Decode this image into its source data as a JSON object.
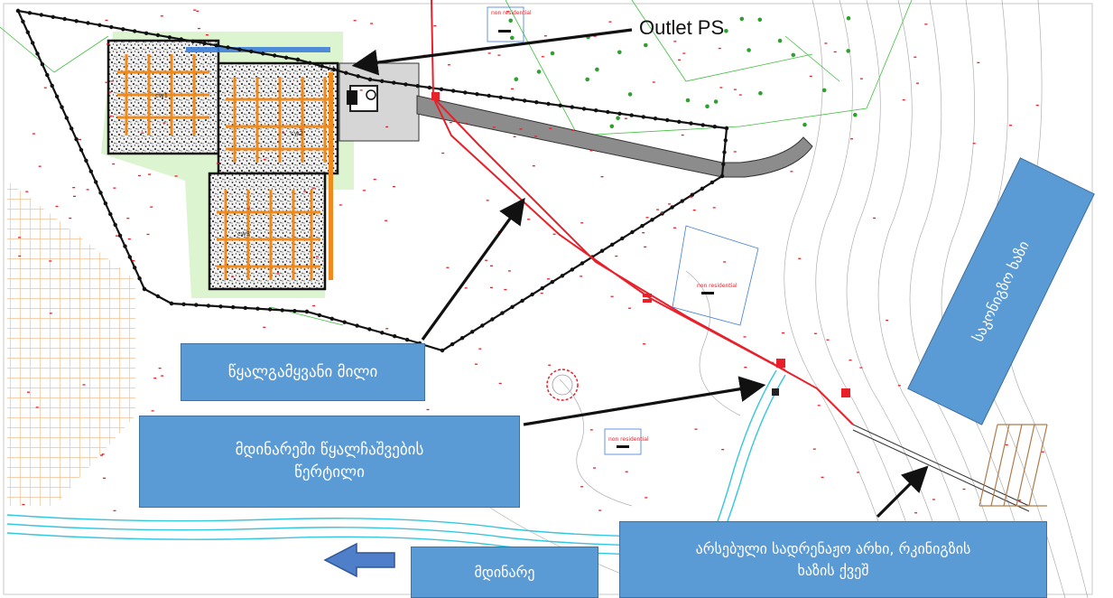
{
  "labels": {
    "outlet": "Outlet PS",
    "cell_1": "cw1",
    "cell_2": "cw2",
    "cell_3": "cw3",
    "non_residential": "non residential"
  },
  "callouts": {
    "pipe": "წყალგამყვანი მილი",
    "discharge_point_line1": "მდინარეში წყალჩაშვების",
    "discharge_point_line2": "წერტილი",
    "river": "მდინარე",
    "drainage_line1": "არსებული სადრენაჟო არხი, რკინიგზის",
    "drainage_line2": "ხაზის ქვეშ",
    "railway": "საკონიგზო ხაზი"
  },
  "colors": {
    "callout_fill": "#5b9bd5",
    "callout_border": "#41719c",
    "pipe_red": "#e8202a",
    "wetland_green": "#dcf5d0",
    "orange_grid": "#f4a460",
    "river_cyan": "#35c6e0"
  },
  "icons": {
    "flow_arrow": "river-flow-arrow-icon",
    "pointer_arrow": "pointer-arrow-icon"
  }
}
